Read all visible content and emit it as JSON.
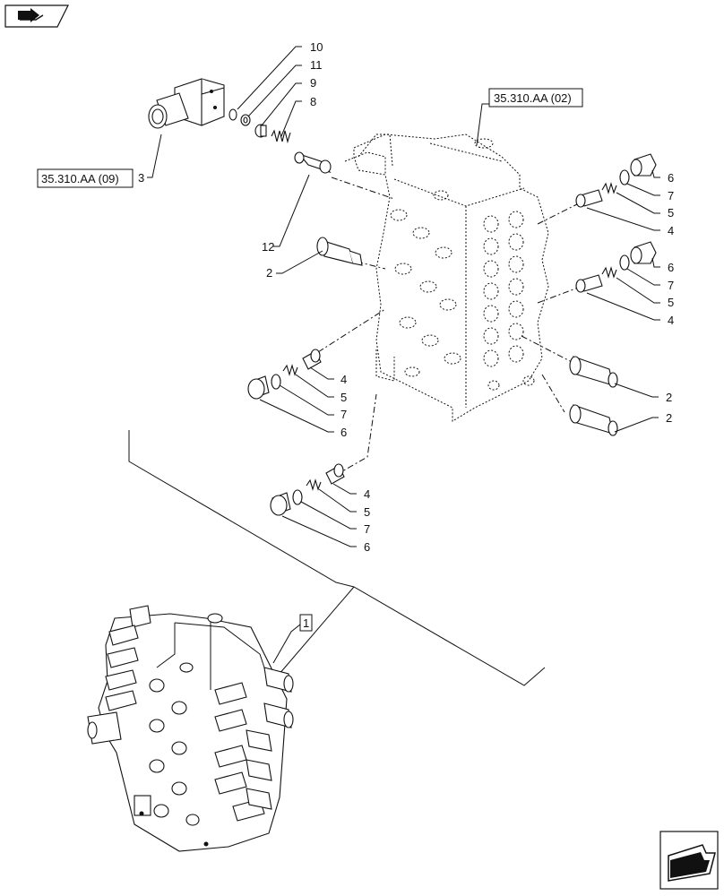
{
  "refs": {
    "top": "35.310.AA (02)",
    "left": "35.310.AA (09)"
  },
  "box_label": "1",
  "callouts": {
    "c10": "10",
    "c11": "11",
    "c9": "9",
    "c8": "8",
    "c3": "3",
    "c12": "12",
    "c2a": "2",
    "c6a": "6",
    "c7a": "7",
    "c5a": "5",
    "c4a": "4",
    "c6b": "6",
    "c7b": "7",
    "c5b": "5",
    "c4b": "4",
    "c2b": "2",
    "c2c": "2",
    "c4c": "4",
    "c5c": "5",
    "c7c": "7",
    "c6c": "6",
    "c4d": "4",
    "c5d": "5",
    "c7d": "7",
    "c6d": "6"
  },
  "icons": {
    "top_left": "book-arrow-icon",
    "bottom_right": "next-page-arrow-icon"
  }
}
